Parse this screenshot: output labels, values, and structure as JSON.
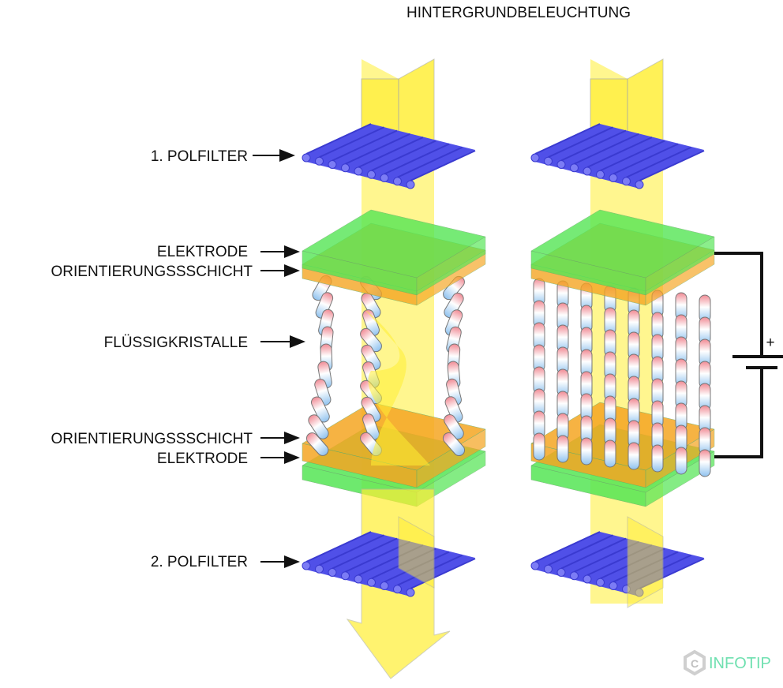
{
  "title": "HINTERGRUNDBELEUCHTUNG",
  "labels": {
    "polfilter1": "1. POLFILTER",
    "elektrode_top": "ELEKTRODE",
    "orient_top": "ORIENTIERUNGSSSCHICHT",
    "fluessig": "FLÜSSIGKRISTALLE",
    "orient_bottom": "ORIENTIERUNGSSSCHICHT",
    "elektrode_bottom": "ELEKTRODE",
    "polfilter2": "2. POLFILTER"
  },
  "battery_plus": "+",
  "logo": "INFOTIP",
  "colors": {
    "polfilter": "#5050e8",
    "electrode": "#55e655",
    "orientation": "#f5a623",
    "light": "#ffee33",
    "crystal_red": "#f08a94",
    "crystal_blue": "#8fc2ef",
    "logo": "#6fe0b0"
  }
}
